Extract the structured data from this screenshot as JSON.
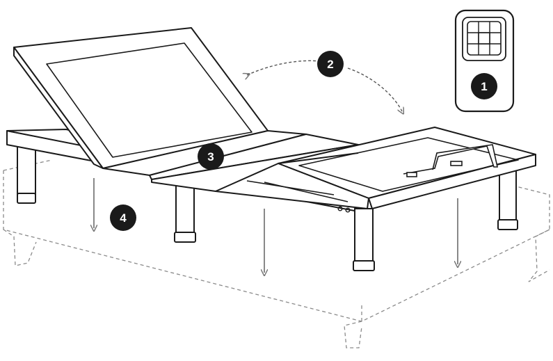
{
  "diagram": {
    "markers": [
      {
        "id": "remote",
        "label": "1"
      },
      {
        "id": "articulation",
        "label": "2"
      },
      {
        "id": "platform",
        "label": "3"
      },
      {
        "id": "lowering",
        "label": "4"
      }
    ],
    "colors": {
      "line": "#1a1a1a",
      "marker_fill": "#1a1a1a",
      "marker_text": "#ffffff",
      "dashed_guide": "#8a8a8a",
      "background": "#ffffff"
    },
    "icons": [
      "remote-control-icon",
      "curved-double-arrow-icon",
      "down-arrow-icon"
    ]
  }
}
